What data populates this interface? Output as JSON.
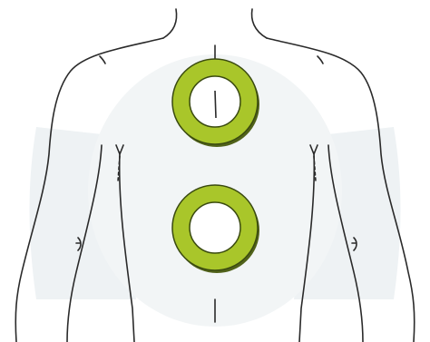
{
  "figure": {
    "subject": "back-torso-outline",
    "colors": {
      "background": "#ffffff",
      "shading": "#e9eef0",
      "outline": "#2a2a2a",
      "ring_fill": "#a9c62a",
      "ring_shadow": "#51621a",
      "ring_hole": "#ffffff"
    },
    "rings": [
      {
        "name": "upper-ring",
        "icon": "ring-marker-icon"
      },
      {
        "name": "lower-ring",
        "icon": "ring-marker-icon"
      }
    ]
  }
}
